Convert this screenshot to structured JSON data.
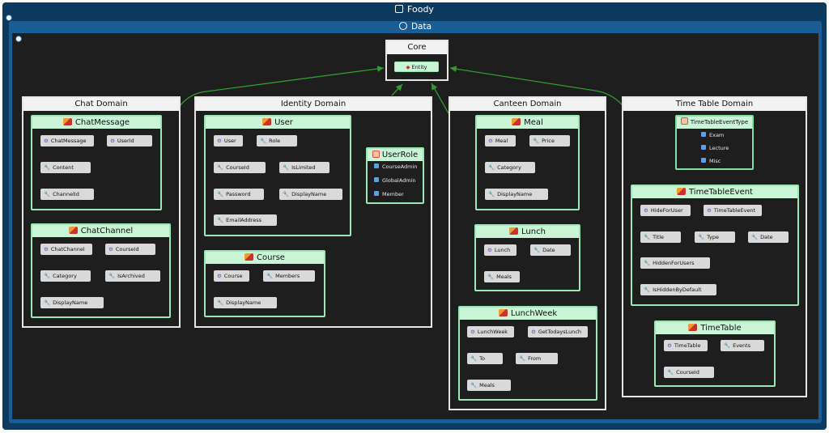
{
  "app": {
    "title": "Foody"
  },
  "container": {
    "title": "Data"
  },
  "core": {
    "title": "Core",
    "entity": "Entity"
  },
  "domains": {
    "chat": {
      "title": "Chat Domain"
    },
    "identity": {
      "title": "Identity Domain"
    },
    "canteen": {
      "title": "Canteen Domain"
    },
    "timetable": {
      "title": "Time Table Domain"
    }
  },
  "nodes": {
    "chatmessage": {
      "title": "ChatMessage",
      "members": [
        "ChatMessage",
        "UserId",
        "Content",
        "ChannelId"
      ]
    },
    "chatchannel": {
      "title": "ChatChannel",
      "members": [
        "ChatChannel",
        "CourseId",
        "Category",
        "IsArchived",
        "DisplayName"
      ]
    },
    "user": {
      "title": "User",
      "members": [
        "User",
        "Role",
        "CourseId",
        "IsLimited",
        "Password",
        "DisplayName",
        "EmailAddress"
      ]
    },
    "userrole": {
      "title": "UserRole",
      "values": [
        "CourseAdmin",
        "GlobalAdmin",
        "Member"
      ]
    },
    "course": {
      "title": "Course",
      "members": [
        "Course",
        "Members",
        "DisplayName"
      ]
    },
    "meal": {
      "title": "Meal",
      "members": [
        "Meal",
        "Price",
        "Category",
        "DisplayName"
      ]
    },
    "lunch": {
      "title": "Lunch",
      "members": [
        "Lunch",
        "Date",
        "Meals"
      ]
    },
    "lunchweek": {
      "title": "LunchWeek",
      "members": [
        "LunchWeek",
        "GetTodaysLunch",
        "To",
        "From",
        "Meals"
      ]
    },
    "timetableeventtype": {
      "title": "TimeTableEventType",
      "values": [
        "Exam",
        "Lecture",
        "Misc"
      ]
    },
    "timetableevent": {
      "title": "TimeTableEvent",
      "members": [
        "HideForUser",
        "TimeTableEvent",
        "Title",
        "Type",
        "Date",
        "HiddenForUsers",
        "IsHiddenByDefault"
      ]
    },
    "timetable": {
      "title": "TimeTable",
      "members": [
        "TimeTable",
        "Events",
        "CourseId"
      ]
    }
  },
  "colors": {
    "outer_frame": "#0e3a60",
    "container_frame": "#1a5c94",
    "canvas": "#1e1e1e",
    "node_border": "#9be8b4",
    "node_header": "#c9f5d6",
    "inheritance_arrow": "#2e9e2e",
    "association_arrow": "#9a9a9a"
  }
}
